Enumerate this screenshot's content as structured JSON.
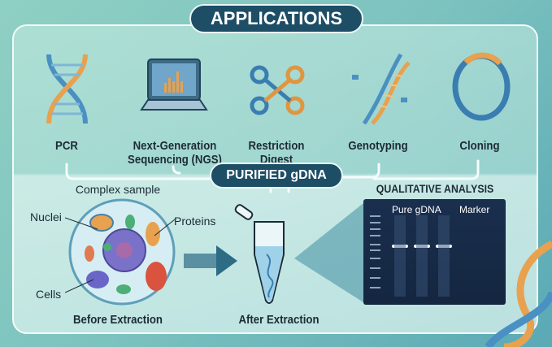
{
  "header": {
    "title": "APPLICATIONS"
  },
  "applications": [
    {
      "label": "PCR",
      "icon": "dna-helix-icon"
    },
    {
      "label": "Next-Generation Sequencing (NGS)",
      "line1": "Next-Generation",
      "line2": "Sequencing (NGS)",
      "icon": "laptop-chart-icon"
    },
    {
      "label": "Restriction Digest",
      "line1": "Restriction",
      "line2": "Digest",
      "icon": "scissors-icon"
    },
    {
      "label": "Genotyping",
      "icon": "dna-strand-icon"
    },
    {
      "label": "Cloning",
      "icon": "plasmid-ring-icon"
    }
  ],
  "center": {
    "title": "PURIFIED gDNA"
  },
  "before": {
    "title": "Complex sample",
    "labels": {
      "nuclei": "Nuclei",
      "proteins": "Proteins",
      "cells": "Cells"
    },
    "caption": "Before Extraction"
  },
  "after": {
    "caption": "After Extraction"
  },
  "analysis": {
    "title": "QUALITATIVE ANALYSIS",
    "lane_labels": {
      "sample": "Pure gDNA",
      "marker": "Marker"
    }
  },
  "colors": {
    "navy": "#1d4e66",
    "blue": "#4a90c2",
    "orange": "#e8a14f",
    "gel": "#1a2f4e"
  }
}
